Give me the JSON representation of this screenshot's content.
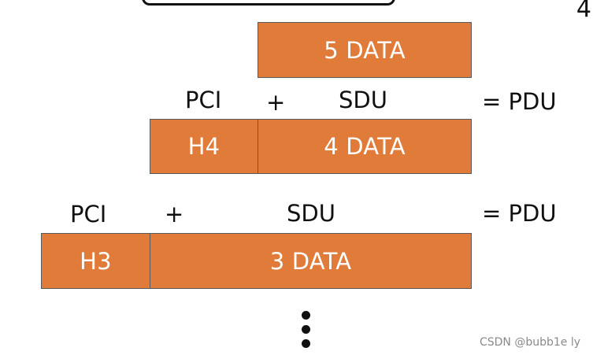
{
  "colors": {
    "block_fill": "#e07b39",
    "block_border": "#5a5a5a",
    "text": "#111111",
    "block_text": "#ffffff"
  },
  "top_corner_char": "4",
  "layer5": {
    "data_label": "5 DATA"
  },
  "layer4": {
    "pci_label": "PCI",
    "plus_label": "+",
    "sdu_label": "SDU",
    "pdu_label": "= PDU",
    "header_label": "H4",
    "data_label": "4 DATA"
  },
  "layer3": {
    "pci_label": "PCI",
    "plus_label": "+",
    "sdu_label": "SDU",
    "pdu_label": "= PDU",
    "header_label": "H3",
    "data_label": "3 DATA"
  },
  "watermark": "CSDN @bubb1e ly"
}
